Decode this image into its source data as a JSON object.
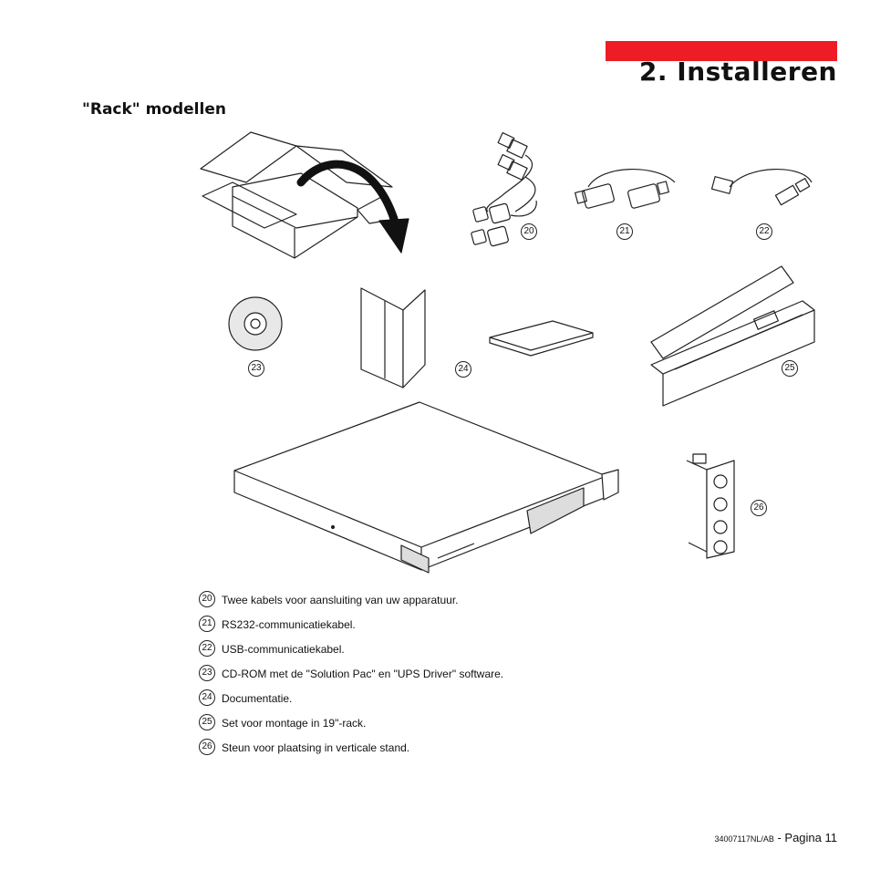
{
  "header": {
    "chapter_title": "2. Installeren",
    "accent_color": "#ee1c25"
  },
  "section_title": "\"Rack\" modellen",
  "callouts": [
    "20",
    "21",
    "22",
    "23",
    "24",
    "25",
    "26"
  ],
  "legend": [
    {
      "number": "20",
      "text": "Twee kabels voor aansluiting van uw apparatuur."
    },
    {
      "number": "21",
      "text": "RS232-communicatiekabel."
    },
    {
      "number": "22",
      "text": "USB-communicatiekabel."
    },
    {
      "number": "23",
      "text": "CD-ROM met de \"Solution Pac\" en \"UPS Driver\" software."
    },
    {
      "number": "24",
      "text": "Documentatie."
    },
    {
      "number": "25",
      "text": "Set voor montage in 19\"-rack."
    },
    {
      "number": "26",
      "text": "Steun voor plaatsing in verticale stand."
    }
  ],
  "footer": {
    "doc_code": "34007117NL/AB",
    "separator": " - ",
    "page_label": "Pagina 11"
  }
}
